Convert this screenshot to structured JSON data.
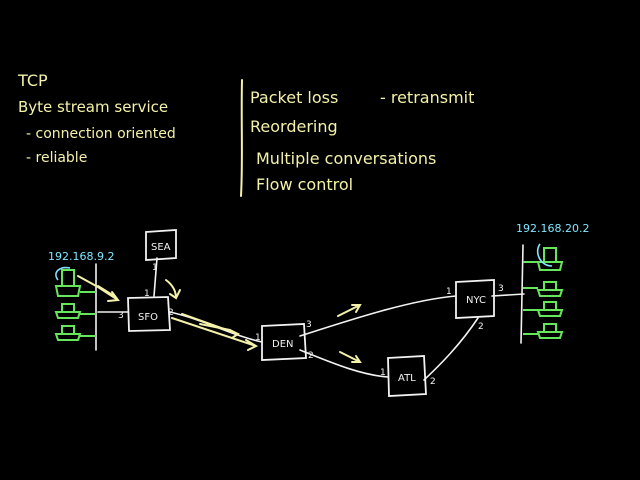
{
  "notes_left": {
    "title": "TCP",
    "line1": "Byte stream service",
    "line2": "- connection oriented",
    "line3": "- reliable"
  },
  "notes_right": {
    "line1": "Packet loss",
    "line1_suffix": "- retransmit",
    "line2": "Reordering",
    "line3": "Multiple conversations",
    "line4": "Flow control"
  },
  "network": {
    "nodes": {
      "sea": "SEA",
      "sfo": "SFO",
      "den": "DEN",
      "atl": "ATL",
      "nyc": "NYC"
    },
    "ips": {
      "left": "192.168.9.2",
      "right": "192.168.20.2"
    },
    "ports": {
      "sea_down": "1",
      "sfo_left": "3",
      "sfo_up": "1",
      "sfo_right": "2",
      "den_left": "1",
      "den_up": "3",
      "den_down": "2",
      "atl_left": "1",
      "atl_right": "2",
      "nyc_left": "1",
      "nyc_right": "3",
      "nyc_down": "2"
    }
  },
  "colors": {
    "background": "#000000",
    "yellow": "#f4f1a8",
    "white": "#f2f2f2",
    "green": "#66e65a",
    "cyan": "#7fe6ff"
  }
}
